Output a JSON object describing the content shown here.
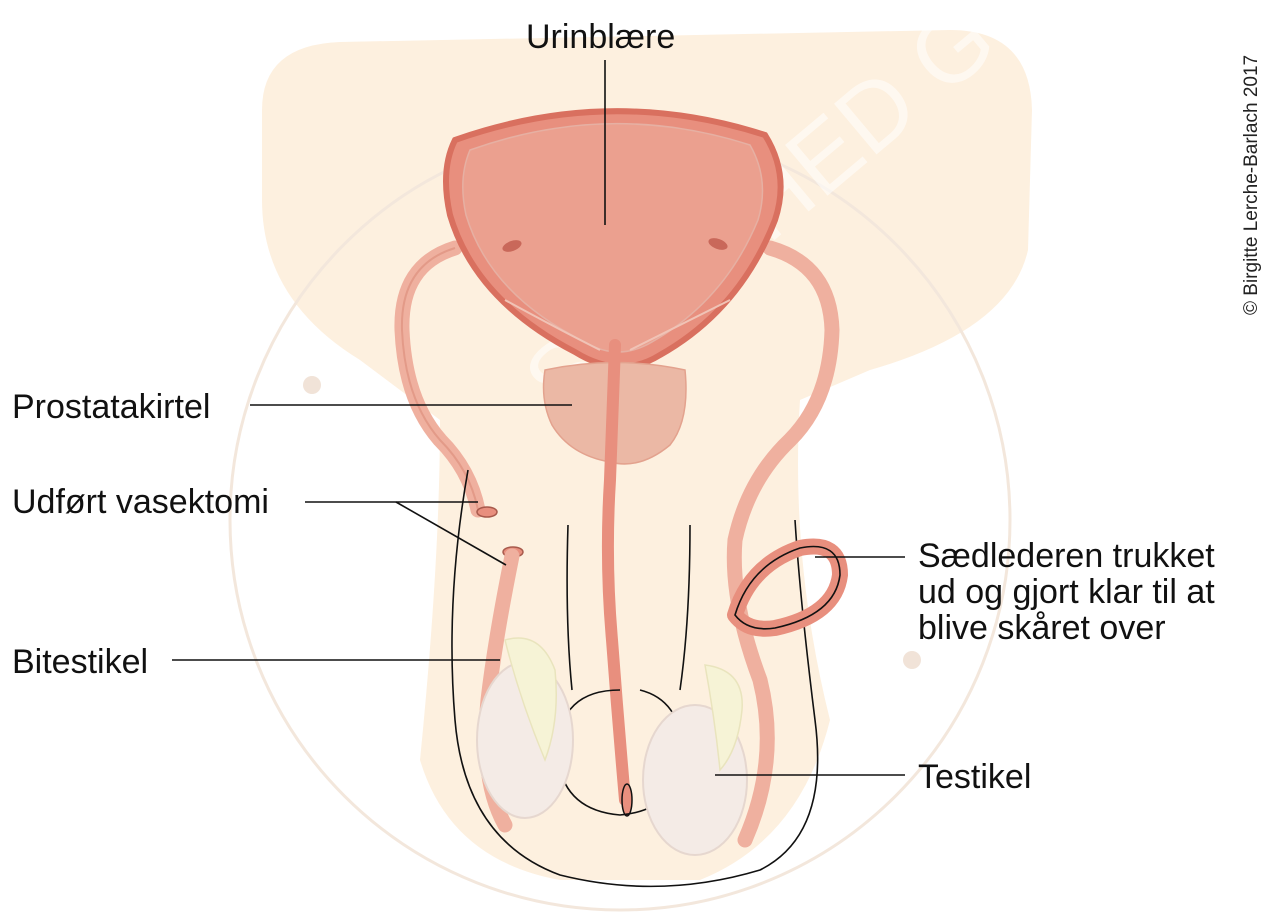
{
  "labels": {
    "bladder": "Urinblære",
    "prostate": "Prostatakirtel",
    "vasectomy": "Udført vasektomi",
    "epididymis": "Bitestikel",
    "vas_line1": "Sædlederen trukket",
    "vas_line2": "ud og gjort klar til at",
    "vas_line3": "blive skåret over",
    "testicle": "Testikel"
  },
  "copyright": "© Birgitte Lerche-Barlach 2017",
  "watermark": "SUNDHED GEA",
  "colors": {
    "background_skin": "#fdf1e2",
    "bladder_fill": "#e88f7e",
    "bladder_outline": "#d9705f",
    "vas_deferens": "#efb09f",
    "prostate": "#ebb8a5",
    "testicle": "#f4ebe6",
    "epididymis": "#f6f3d6",
    "line": "#111111"
  }
}
